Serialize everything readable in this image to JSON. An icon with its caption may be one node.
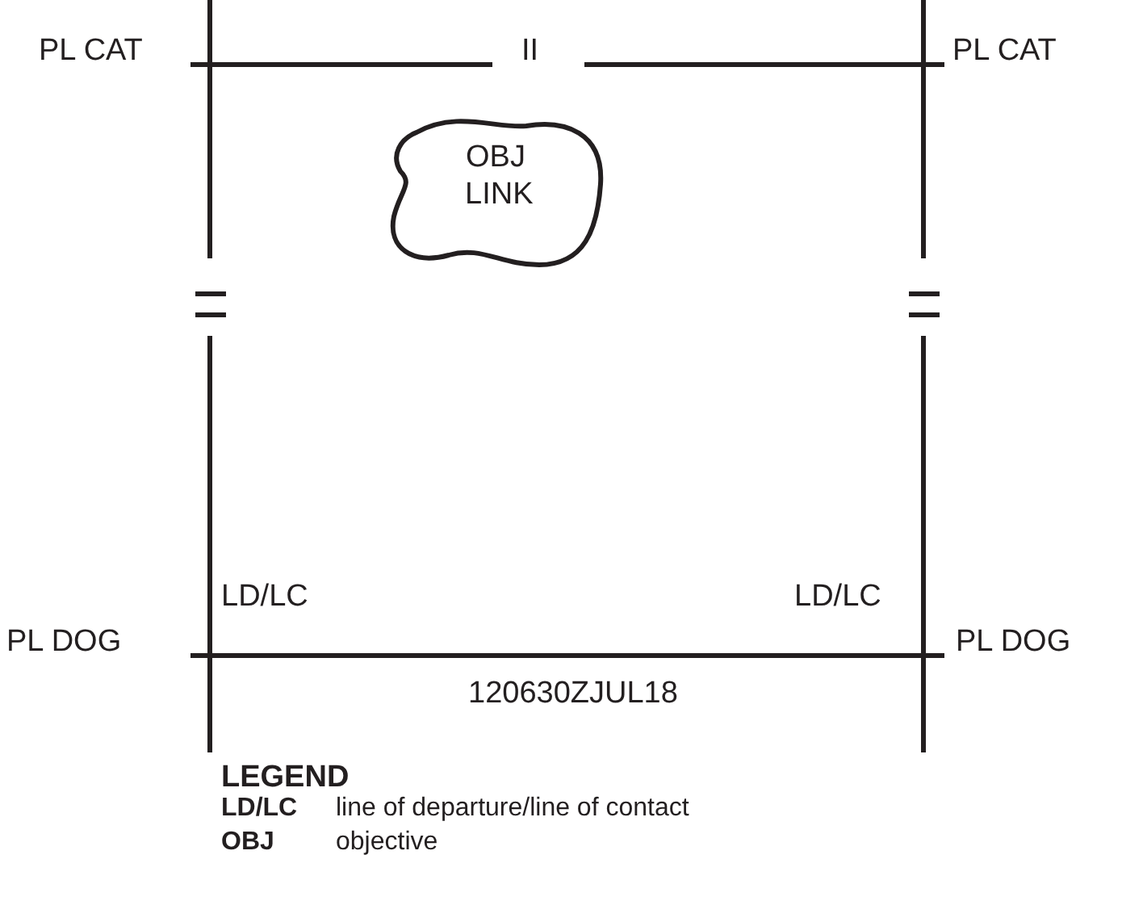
{
  "diagram": {
    "nodes": [
      {
        "text": [
          "OBJ LINK"
        ]
      }
    ],
    "edges": [],
    "labels": [
      "PL CAT",
      "II",
      "PL CAT",
      "LD/LC",
      "LD/LC",
      "PL DOG",
      "PL DOG",
      "120630ZJUL18",
      "LEGEND",
      "LD/LC",
      "line of departure/line of contact",
      "OBJ",
      "objective"
    ]
  }
}
